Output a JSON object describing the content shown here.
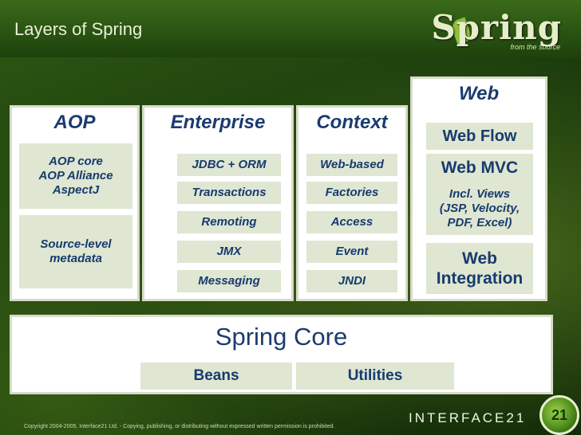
{
  "slide_title": "Layers of Spring",
  "logo": {
    "text": "Spring",
    "tagline": "from the source"
  },
  "aop": {
    "heading": "AOP",
    "items_box": "AOP core\nAOP Alliance\nAspectJ",
    "metadata": "Source-level\nmetadata"
  },
  "enterprise": {
    "heading": "Enterprise",
    "items": [
      "JDBC + ORM",
      "Transactions",
      "Remoting",
      "JMX",
      "Messaging"
    ]
  },
  "context": {
    "heading": "Context",
    "items": [
      "Web-based",
      "Factories",
      "Access",
      "Event",
      "JNDI"
    ]
  },
  "web": {
    "heading": "Web",
    "flow": "Web Flow",
    "mvc": "Web MVC",
    "mvc_detail": "Incl. Views\n(JSP, Velocity,\nPDF, Excel)",
    "integration": "Web\nIntegration"
  },
  "core": {
    "title": "Spring Core",
    "beans": "Beans",
    "utilities": "Utilities"
  },
  "footer": {
    "copyright": "Copyright 2004-2005, Interface21 Ltd. - Copying, publishing, or distributing without expressed written permission is prohibited.",
    "company": "INTERFACE21",
    "badge": "21"
  }
}
